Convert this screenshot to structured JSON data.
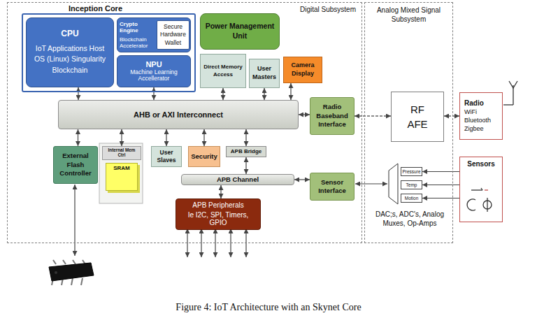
{
  "diagram": {
    "caption": "Figure 4: IoT Architecture with an Skynet Core",
    "nodes": [
      {
        "text": [
          "Digital Subsystem"
        ]
      },
      {
        "text": [
          "Inception Core"
        ],
        "in": 0
      },
      {
        "text": [
          "CPU",
          "IoT Applications Host OS (Linux) Singularity Blockchain"
        ],
        "in": 1
      },
      {
        "text": [
          "Crypto Engine",
          "Blockchain Accelerator"
        ],
        "in": 1
      },
      {
        "text": [
          "Secure Hardware Wallet"
        ],
        "in": 3
      },
      {
        "text": [
          "NPU",
          "Machine Learning Accellerator"
        ],
        "in": 1
      },
      {
        "text": [
          "Power Management Unit"
        ],
        "in": 0
      },
      {
        "text": [
          "Direct Memory Access"
        ],
        "in": 0
      },
      {
        "text": [
          "User Masters"
        ],
        "in": 0
      },
      {
        "text": [
          "Camera Display"
        ],
        "in": 0
      },
      {
        "text": [
          "AHB or AXI Interconnect"
        ],
        "in": 0
      },
      {
        "text": [
          "Radio Baseband Interface"
        ],
        "in": 0
      },
      {
        "text": [
          "External Flash Controller"
        ],
        "in": 0
      },
      {
        "text": [
          "Internal Mem Ctrl"
        ],
        "in": 0
      },
      {
        "text": [
          "SRAM"
        ],
        "in": 0
      },
      {
        "text": [
          "User Slaves"
        ],
        "in": 0
      },
      {
        "text": [
          "Security"
        ],
        "in": 0
      },
      {
        "text": [
          "APB Bridge"
        ],
        "in": 0
      },
      {
        "text": [
          "APB Channel"
        ],
        "in": 0
      },
      {
        "text": [
          "APB Peripherals",
          "Ie I2C, SPI, Timers, GPIO"
        ],
        "in": 0
      },
      {
        "text": [
          "Sensor Interface"
        ],
        "in": 0
      },
      {
        "text": [
          "Analog Mixed Signal Subsystem"
        ]
      },
      {
        "text": [
          "RF AFE"
        ],
        "in": 21
      },
      {
        "text": [
          "Pressure"
        ],
        "in": 21
      },
      {
        "text": [
          "Temp"
        ],
        "in": 21
      },
      {
        "text": [
          "Motion"
        ],
        "in": 21
      },
      {
        "text": [
          "Radio",
          "WiFi Bluetooth Zigbee"
        ]
      },
      {
        "text": [
          "Sensors"
        ]
      }
    ],
    "edges": [
      {
        "from": 2,
        "to": 10,
        "arrow": "both"
      },
      {
        "from": 5,
        "to": 10,
        "arrow": "both"
      },
      {
        "from": 7,
        "to": 10,
        "arrow": "both"
      },
      {
        "from": 8,
        "to": 10,
        "arrow": "both"
      },
      {
        "from": 9,
        "to": 10,
        "arrow": "both"
      },
      {
        "from": 10,
        "to": 11,
        "arrow": "both"
      },
      {
        "from": 11,
        "to": 22,
        "arrow": "both"
      },
      {
        "from": 22,
        "to": 26,
        "arrow": "both"
      },
      {
        "from": 10,
        "to": 12,
        "arrow": "both"
      },
      {
        "from": 10,
        "to": 13,
        "arrow": "both"
      },
      {
        "from": 10,
        "to": 15,
        "arrow": "both"
      },
      {
        "from": 10,
        "to": 16,
        "arrow": "both"
      },
      {
        "from": 10,
        "to": 17,
        "arrow": "both"
      },
      {
        "from": 17,
        "to": 18,
        "arrow": "both"
      },
      {
        "from": 18,
        "to": 19,
        "arrow": "both"
      },
      {
        "from": 18,
        "to": 20,
        "arrow": "both"
      },
      {
        "from": 27,
        "to": 23,
        "arrow": "to"
      },
      {
        "from": 27,
        "to": 24,
        "arrow": "to"
      },
      {
        "from": 27,
        "to": 25,
        "arrow": "to"
      }
    ],
    "labels": [
      "DAC;s, ADC's, Analog Muxes, Op-Amps"
    ]
  }
}
